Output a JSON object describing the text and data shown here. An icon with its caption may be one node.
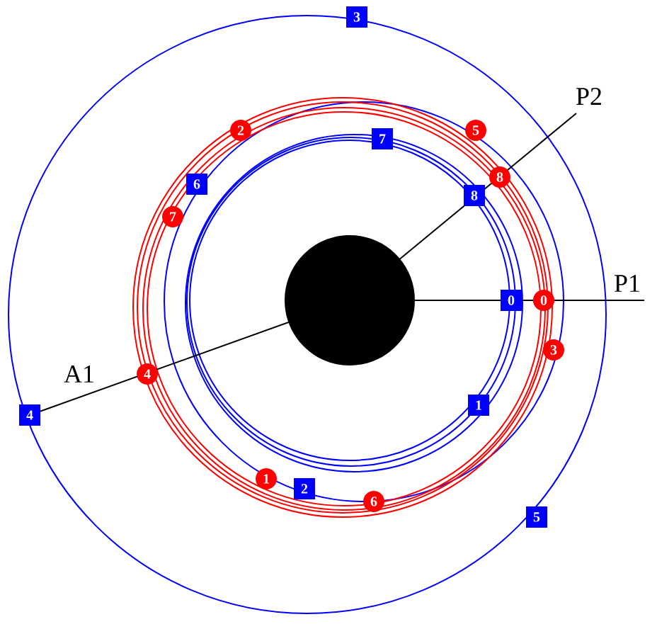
{
  "diagram": {
    "nodes": [
      {
        "text": [],
        "shape": "circle"
      }
    ],
    "labels": [
      "3",
      "P2",
      "2",
      "5",
      "7",
      "8",
      "6",
      "8",
      "7",
      "P1",
      "0",
      "0",
      "3",
      "A1",
      "4",
      "1",
      "4",
      "1",
      "2",
      "6",
      "5"
    ]
  }
}
